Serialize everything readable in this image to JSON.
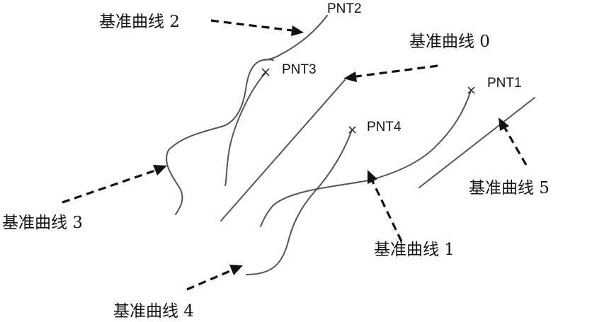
{
  "points": [
    {
      "id": "pnt1",
      "label": "PNT1"
    },
    {
      "id": "pnt2",
      "label": "PNT2"
    },
    {
      "id": "pnt3",
      "label": "PNT3"
    },
    {
      "id": "pnt4",
      "label": "PNT4"
    }
  ],
  "curves": [
    {
      "id": "curve0",
      "label": "基准曲线 0"
    },
    {
      "id": "curve1",
      "label": "基准曲线 1"
    },
    {
      "id": "curve2",
      "label": "基准曲线 2"
    },
    {
      "id": "curve3",
      "label": "基准曲线 3"
    },
    {
      "id": "curve4",
      "label": "基准曲线 4"
    },
    {
      "id": "curve5",
      "label": "基准曲线 5"
    }
  ]
}
